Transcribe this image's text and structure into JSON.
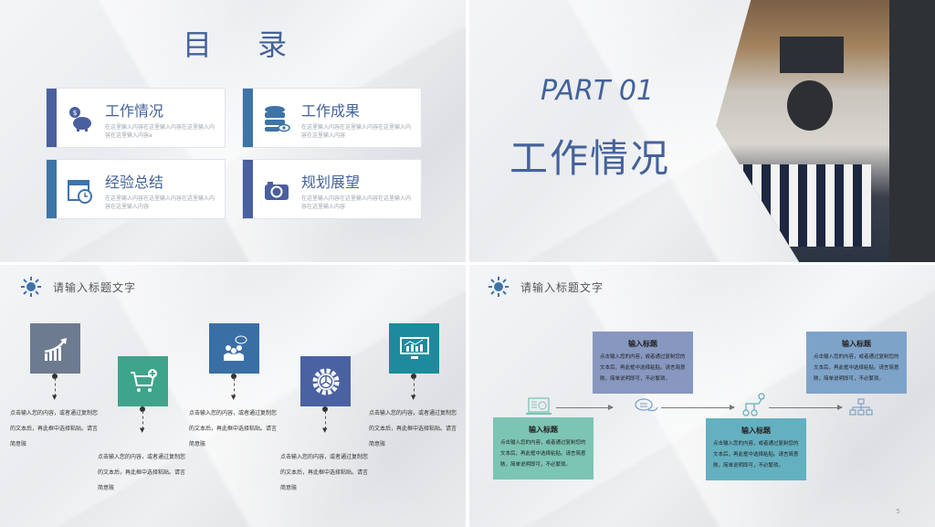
{
  "slide1": {
    "title": "目 录",
    "cards": [
      {
        "title": "工作情况",
        "desc": "在这里输入内容在这里输入内容在这里输入内容在这里输入内容a",
        "icon": "piggy-bank-icon",
        "color": "#4a5fa0"
      },
      {
        "title": "工作成果",
        "desc": "在这里输入内容在这里输入内容在这里输入内容在这里输入内容",
        "icon": "database-eye-icon",
        "color": "#3e74a8"
      },
      {
        "title": "经验总结",
        "desc": "在这里输入内容在这里输入内容在这里输入内容在这里输入内容",
        "icon": "calendar-clock-icon",
        "color": "#3e74a8"
      },
      {
        "title": "规划展望",
        "desc": "在这里输入内容在这里输入内容在这里输入内容在这里输入内容",
        "icon": "camera-icon",
        "color": "#4a5fa0"
      }
    ]
  },
  "slide2": {
    "part": "PART  01",
    "title": "工作情况"
  },
  "slide3": {
    "heading": "请输入标题文字",
    "items": [
      {
        "icon": "growth-chart-icon",
        "color": "#6d7b90",
        "text": "点击输入您的内容，或者通过复制您的文本后，再此框中选择粘贴。请言简意赅"
      },
      {
        "icon": "shopping-cart-add-icon",
        "color": "#3fa48c",
        "text": "点击输入您的内容，或者通过复制您的文本后，再此框中选择粘贴。请言简意赅"
      },
      {
        "icon": "team-chat-icon",
        "color": "#3a6fa6",
        "text": "点击输入您的内容，或者通过复制您的文本后，再此框中选择粘贴。请言简意赅"
      },
      {
        "icon": "gear-icon",
        "color": "#4a62a2",
        "text": "点击输入您的内容，或者通过复制您的文本后，再此框中选择粘贴。请言简意赅"
      },
      {
        "icon": "monitor-chart-icon",
        "color": "#1d8b9c",
        "text": "点击输入您的内容，或者通过复制您的文本后，再此框中选择粘贴。请言简意赅"
      }
    ]
  },
  "slide4": {
    "heading": "请输入标题文字",
    "page": "5",
    "boxes": [
      {
        "title": "输入标题",
        "text": "点击输入您的内容，或者通过复制您的文本后，再此框中选择粘贴。请言简意赅，简单说明即可，不必繁琐。",
        "color": "#8797bf"
      },
      {
        "title": "输入标题",
        "text": "点击输入您的内容，或者通过复制您的文本后，再此框中选择粘贴。请言简意赅，简单说明即可，不必繁琐。",
        "color": "#7ea3c9"
      },
      {
        "title": "输入标题",
        "text": "点击输入您的内容，或者通过复制您的文本后，再此框中选择粘贴。请言简意赅，简单说明即可，不必繁琐。",
        "color": "#7cc4b3"
      },
      {
        "title": "输入标题",
        "text": "点击输入您的内容，或者通过复制您的文本后，再此框中选择粘贴。请言简意赅，简单说明即可，不必繁琐。",
        "color": "#64b0c0"
      }
    ]
  }
}
